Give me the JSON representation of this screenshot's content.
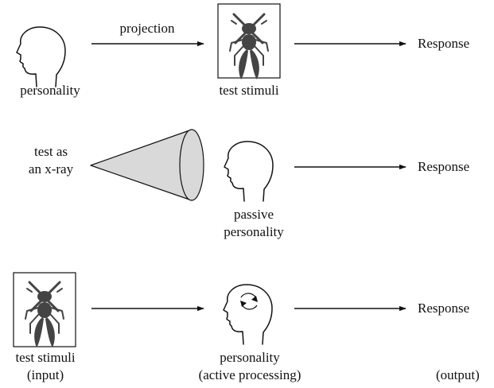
{
  "rows": [
    {
      "id": "projection",
      "arrow_label": "projection",
      "head_caption": "personality",
      "stimulus_caption": "test stimuli",
      "response_label": "Response"
    },
    {
      "id": "xray",
      "cone_caption_line1": "test as",
      "cone_caption_line2": "an x-ray",
      "head_caption_line1": "passive",
      "head_caption_line2": "personality",
      "response_label": "Response"
    },
    {
      "id": "active",
      "stimulus_caption_line1": "test stimuli",
      "stimulus_caption_line2": "(input)",
      "head_caption_line1": "personality",
      "head_caption_line2": "(active processing)",
      "response_label": "Response",
      "output_label": "(output)"
    }
  ],
  "icons": {
    "head": "head-profile-icon",
    "stimulus": "fly-icon",
    "cone": "xray-cone-icon",
    "processing": "circular-arrows-icon"
  },
  "colors": {
    "ink": "#111111",
    "cone_fill": "#d9d9d9",
    "fly_fill": "#444444"
  }
}
